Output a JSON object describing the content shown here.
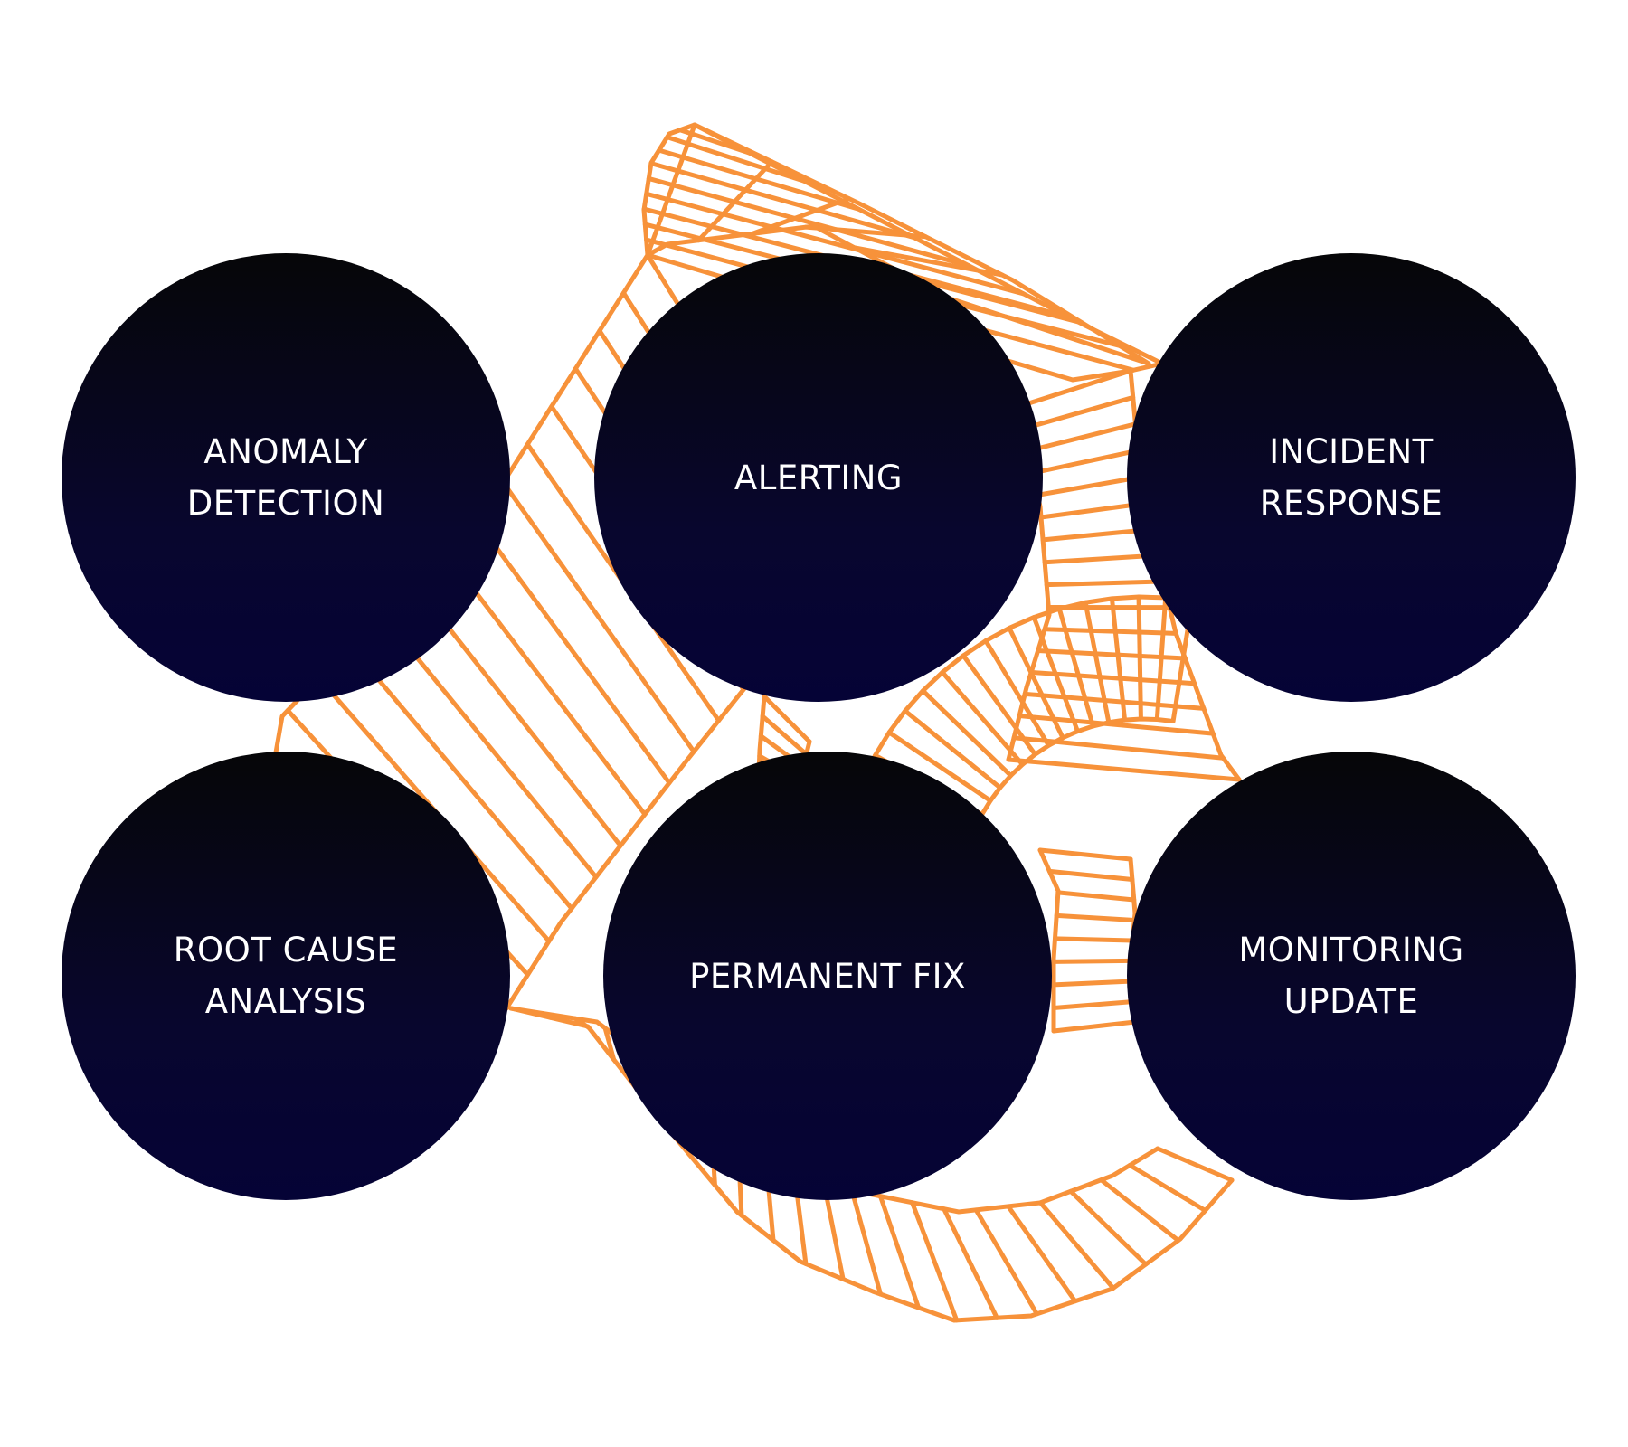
{
  "diagram": {
    "accent_color": "#f7923a",
    "node_color": "#07062a",
    "nodes": [
      {
        "id": "anomaly-detection",
        "label": "ANOMALY\nDETECTION"
      },
      {
        "id": "alerting",
        "label": "ALERTING"
      },
      {
        "id": "incident-response",
        "label": "INCIDENT\nRESPONSE"
      },
      {
        "id": "root-cause-analysis",
        "label": "ROOT CAUSE\nANALYSIS"
      },
      {
        "id": "permanent-fix",
        "label": "PERMANENT FIX"
      },
      {
        "id": "monitoring-update",
        "label": "MONITORING\nUPDATE"
      }
    ]
  }
}
